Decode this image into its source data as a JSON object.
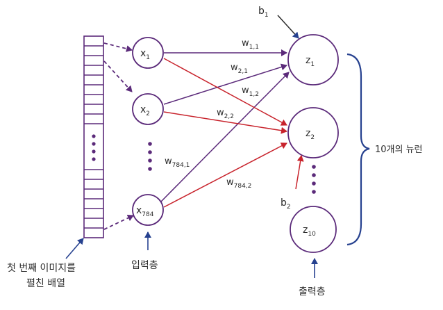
{
  "colors": {
    "purple": "#5b2a7a",
    "red": "#c8232c",
    "blue": "#26418f",
    "text": "#2b2b2b"
  },
  "array_caption": [
    "첫 번째 이미지를",
    "펼친 배열"
  ],
  "input_layer_label": "입력층",
  "output_layer_label": "출력층",
  "brace_label": "10개의 뉴런",
  "inputs": [
    {
      "base": "x",
      "sub": "1"
    },
    {
      "base": "x",
      "sub": "2"
    },
    {
      "base": "x",
      "sub": "784"
    }
  ],
  "outputs": [
    {
      "base": "z",
      "sub": "1"
    },
    {
      "base": "z",
      "sub": "2"
    },
    {
      "base": "z",
      "sub": "10"
    }
  ],
  "biases": [
    {
      "base": "b",
      "sub": "1"
    },
    {
      "base": "b",
      "sub": "2"
    }
  ],
  "weights": [
    {
      "base": "w",
      "sub": "1,1",
      "color": "purple"
    },
    {
      "base": "w",
      "sub": "2,1",
      "color": "purple"
    },
    {
      "base": "w",
      "sub": "1,2",
      "color": "red"
    },
    {
      "base": "w",
      "sub": "2,2",
      "color": "red"
    },
    {
      "base": "w",
      "sub": "784,1",
      "color": "purple"
    },
    {
      "base": "w",
      "sub": "784,2",
      "color": "red"
    }
  ]
}
